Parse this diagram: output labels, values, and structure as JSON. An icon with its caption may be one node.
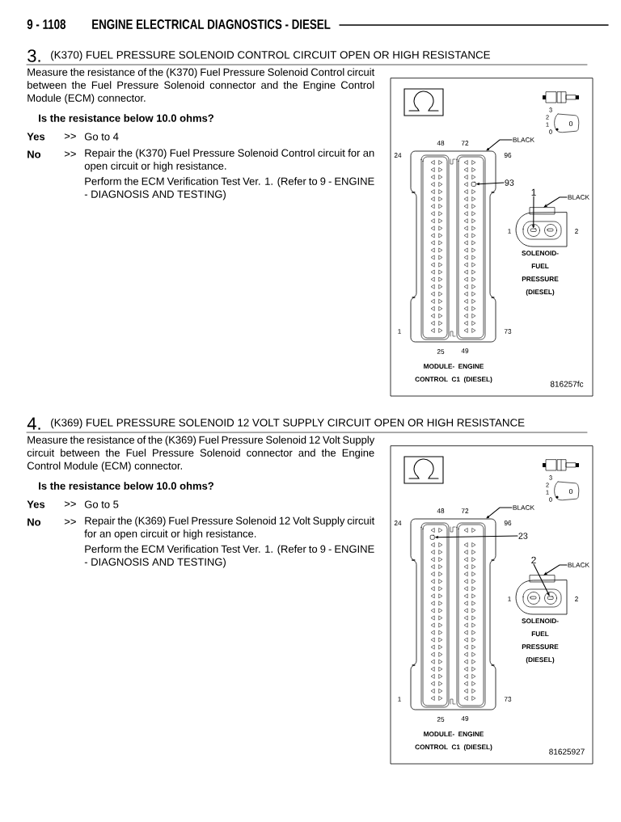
{
  "diagram": {
    "title": "ENGINE ELECTRICAL DIAGNOSTICS - DIESEL",
    "nodes": [
      {
        "text": [
          "MODULE- ENGINE CONTROL C1 (DIESEL)"
        ]
      },
      {
        "text": [],
        "shape": "box",
        "in": 0
      },
      {
        "text": [
          "SOLENOID- FUEL PRESSURE (DIESEL)"
        ]
      },
      {
        "text": [],
        "shape": "box",
        "in": 2
      },
      {
        "text": [
          "BLACK"
        ]
      },
      {
        "text": [
          "93"
        ]
      },
      {
        "text": [
          "BLACK"
        ]
      },
      {
        "text": [
          "1"
        ]
      },
      {
        "text": [
          "MODULE- ENGINE CONTROL C1 (DIESEL)"
        ]
      },
      {
        "text": [],
        "shape": "box",
        "in": 8
      },
      {
        "text": [
          "SOLENOID- FUEL PRESSURE (DIESEL)"
        ]
      },
      {
        "text": [],
        "shape": "box",
        "in": 10
      },
      {
        "text": [
          "BLACK"
        ]
      },
      {
        "text": [
          "23"
        ]
      },
      {
        "text": [
          "BLACK"
        ]
      },
      {
        "text": [
          "2"
        ]
      }
    ],
    "edges": [
      {
        "from": 4,
        "to": 0,
        "arrow": "to"
      },
      {
        "from": 5,
        "to": 1,
        "arrow": "to"
      },
      {
        "from": 6,
        "to": 2,
        "arrow": "to"
      },
      {
        "from": 7,
        "to": 3,
        "arrow": "to"
      },
      {
        "from": 12,
        "to": 8,
        "arrow": "to"
      },
      {
        "from": 13,
        "to": 9,
        "arrow": "to"
      },
      {
        "from": 14,
        "to": 10,
        "arrow": "to"
      },
      {
        "from": 15,
        "to": 11,
        "arrow": "to"
      }
    ],
    "labels": [
      "9 - 1108",
      "3.",
      "(K370) FUEL PRESSURE SOLENOID CONTROL CIRCUIT OPEN OR HIGH RESISTANCE",
      "Measure the resistance of the (K370) Fuel Pressure Solenoid Control circuit between the Fuel Pressure Solenoid connector and the Engine Control Module (ECM) connector.",
      "Is the resistance below 10.0 ohms?",
      "Yes",
      ">>",
      "Go to 4",
      "No",
      ">>",
      "Repair the (K370) Fuel Pressure Solenoid Control circuit for an open circuit or high resistance.",
      "Perform the ECM Verification Test Ver. 1. (Refer to 9 - ENGINE - DIAGNOSIS AND TESTING)",
      "3",
      "2",
      "1",
      "0",
      "0",
      "48",
      "72",
      "24",
      "96",
      "1",
      "2",
      "1",
      "73",
      "25",
      "49",
      "816257fc",
      "4.",
      "(K369) FUEL PRESSURE SOLENOID 12 VOLT SUPPLY CIRCUIT OPEN OR HIGH RESISTANCE",
      "Measure the resistance of the (K369) Fuel Pressure Solenoid 12 Volt Supply circuit between the Fuel Pressure Solenoid connector and the Engine Control Module (ECM) connector.",
      "Is the resistance below 10.0 ohms?",
      "Yes",
      ">>",
      "Go to 5",
      "No",
      ">>",
      "Repair the (K369) Fuel Pressure Solenoid 12 Volt Supply circuit for an open circuit or high resistance.",
      "Perform the ECM Verification Test Ver. 1. (Refer to 9 - ENGINE - DIAGNOSIS AND TESTING)",
      "3",
      "2",
      "1",
      "0",
      "0",
      "48",
      "72",
      "24",
      "96",
      "1",
      "2",
      "1",
      "73",
      "25",
      "49",
      "81625927"
    ]
  }
}
